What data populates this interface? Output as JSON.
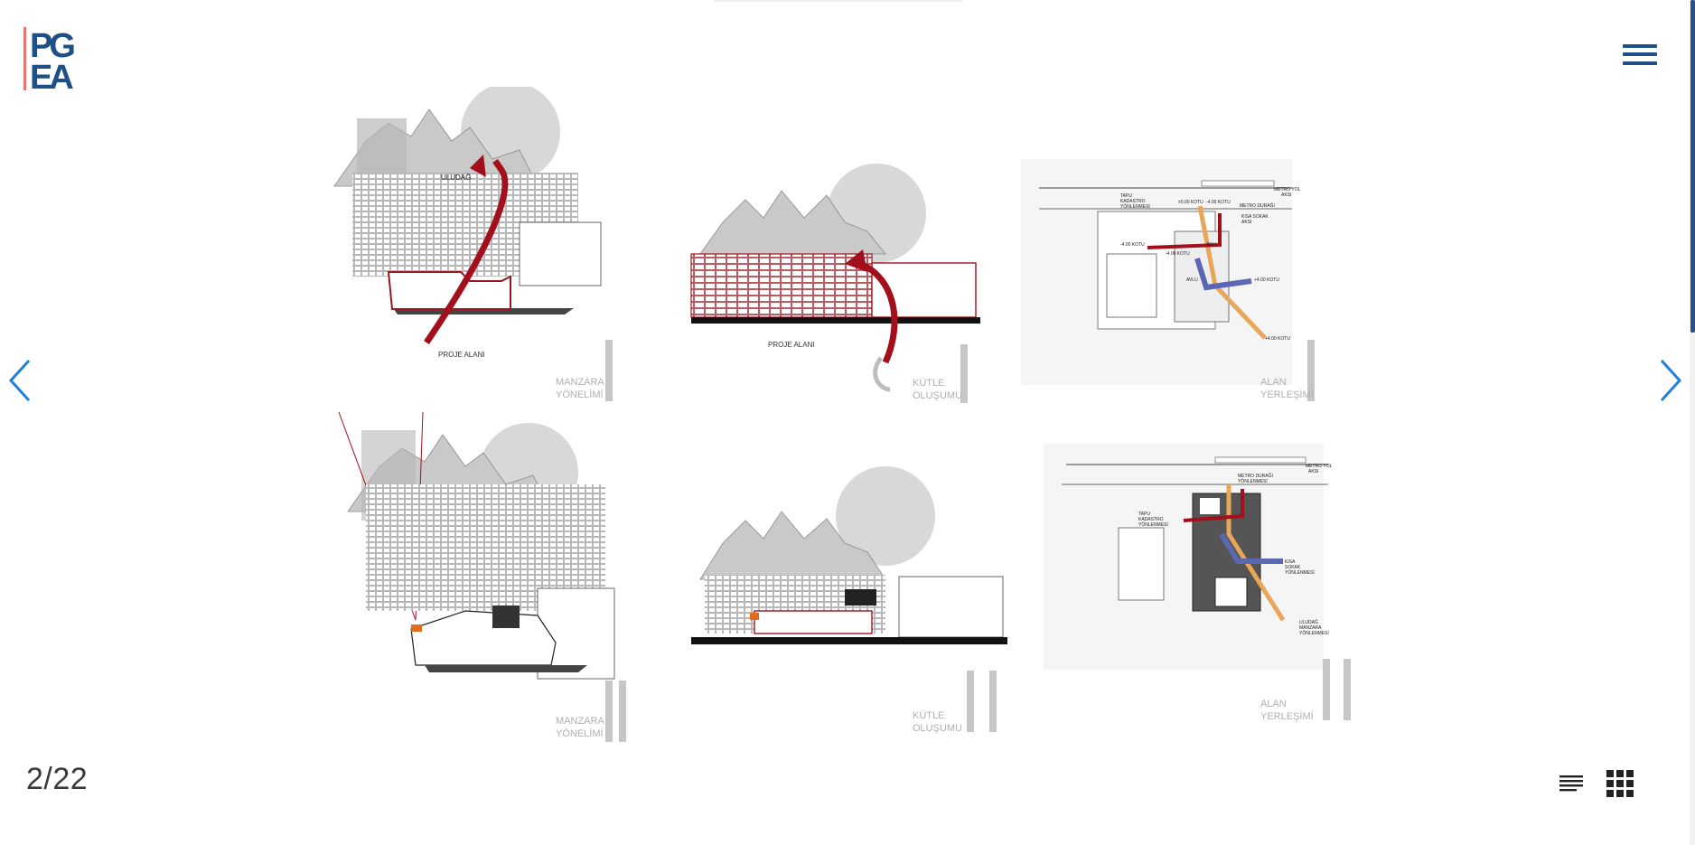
{
  "brand": {
    "logo_text": "PGEA",
    "accent": "#1e4f86",
    "stripe_color": "#e8766e"
  },
  "navigation": {
    "menu_icon": "hamburger-icon",
    "prev_icon": "chevron-left-icon",
    "next_icon": "chevron-right-icon",
    "arrow_color": "#1f7fe0"
  },
  "slide": {
    "labels": {
      "uludag": "ULUDAĞ",
      "proje_alani_1": "PROJE ALANI",
      "proje_alani_2": "PROJE ALANI",
      "manzara_1_a": "MANZARA",
      "manzara_1_b": "YÖNELİMİ",
      "kutle_1_a": "KÜTLE",
      "kutle_1_b": "OLUŞUMU",
      "alan_1_a": "ALAN",
      "alan_1_b": "YERLEŞİMİ",
      "manzara_2_a": "MANZARA",
      "manzara_2_b": "YÖNELİMİ",
      "kutle_2_a": "KÜTLE",
      "kutle_2_b": "OLUŞUMU",
      "alan_2_a": "ALAN",
      "alan_2_b": "YERLEŞİMİ"
    },
    "plan_labels": {
      "metro_yol_1": "METRO YOL",
      "aksi_1": "AKSI",
      "tapu_1": "TAPU",
      "kadastro_1": "KADASTRO",
      "yonelim_1": "YÖNLENMESİ",
      "kotu_0": "±0.00 KOTU",
      "kotu_400a": "-4.00 KOTU",
      "metro_duragi_1": "METRO DURAĞI",
      "kisa_sokak_1": "KISA SOKAK",
      "aksi_sokak_1": "AKSI",
      "kotu_400b": "-4.00 KOTU",
      "kotu_400c": "-4.00 KOTU",
      "akli": "AKLI",
      "avlu": "AVLU",
      "kotu_p400": "+4.00 KOTU",
      "kotu_p400b": "+4.00 KOTU",
      "metro_yol_2": "METRO YOL",
      "aksi_2": "AKSI",
      "metro_duragi_2": "METRO DURAĞI",
      "yonelim_2": "YÖNLENMESİ",
      "tapu_2": "TAPU",
      "kadastro_2": "KADASTRO",
      "yonelim_3": "YÖNLENMESİ",
      "kisa_2": "KISA",
      "sokak_2": "SOKAK",
      "yonelim_4": "YÖNLENMESİ",
      "uludag_2": "ULUDAĞ",
      "manzara_3": "MANZARA",
      "yonelim_5": "YÖNLENMESİ"
    }
  },
  "pagination": {
    "counter": "2/22"
  },
  "toolbar": {
    "text_view_icon": "text-lines-icon",
    "grid_view_icon": "grid-icon"
  }
}
